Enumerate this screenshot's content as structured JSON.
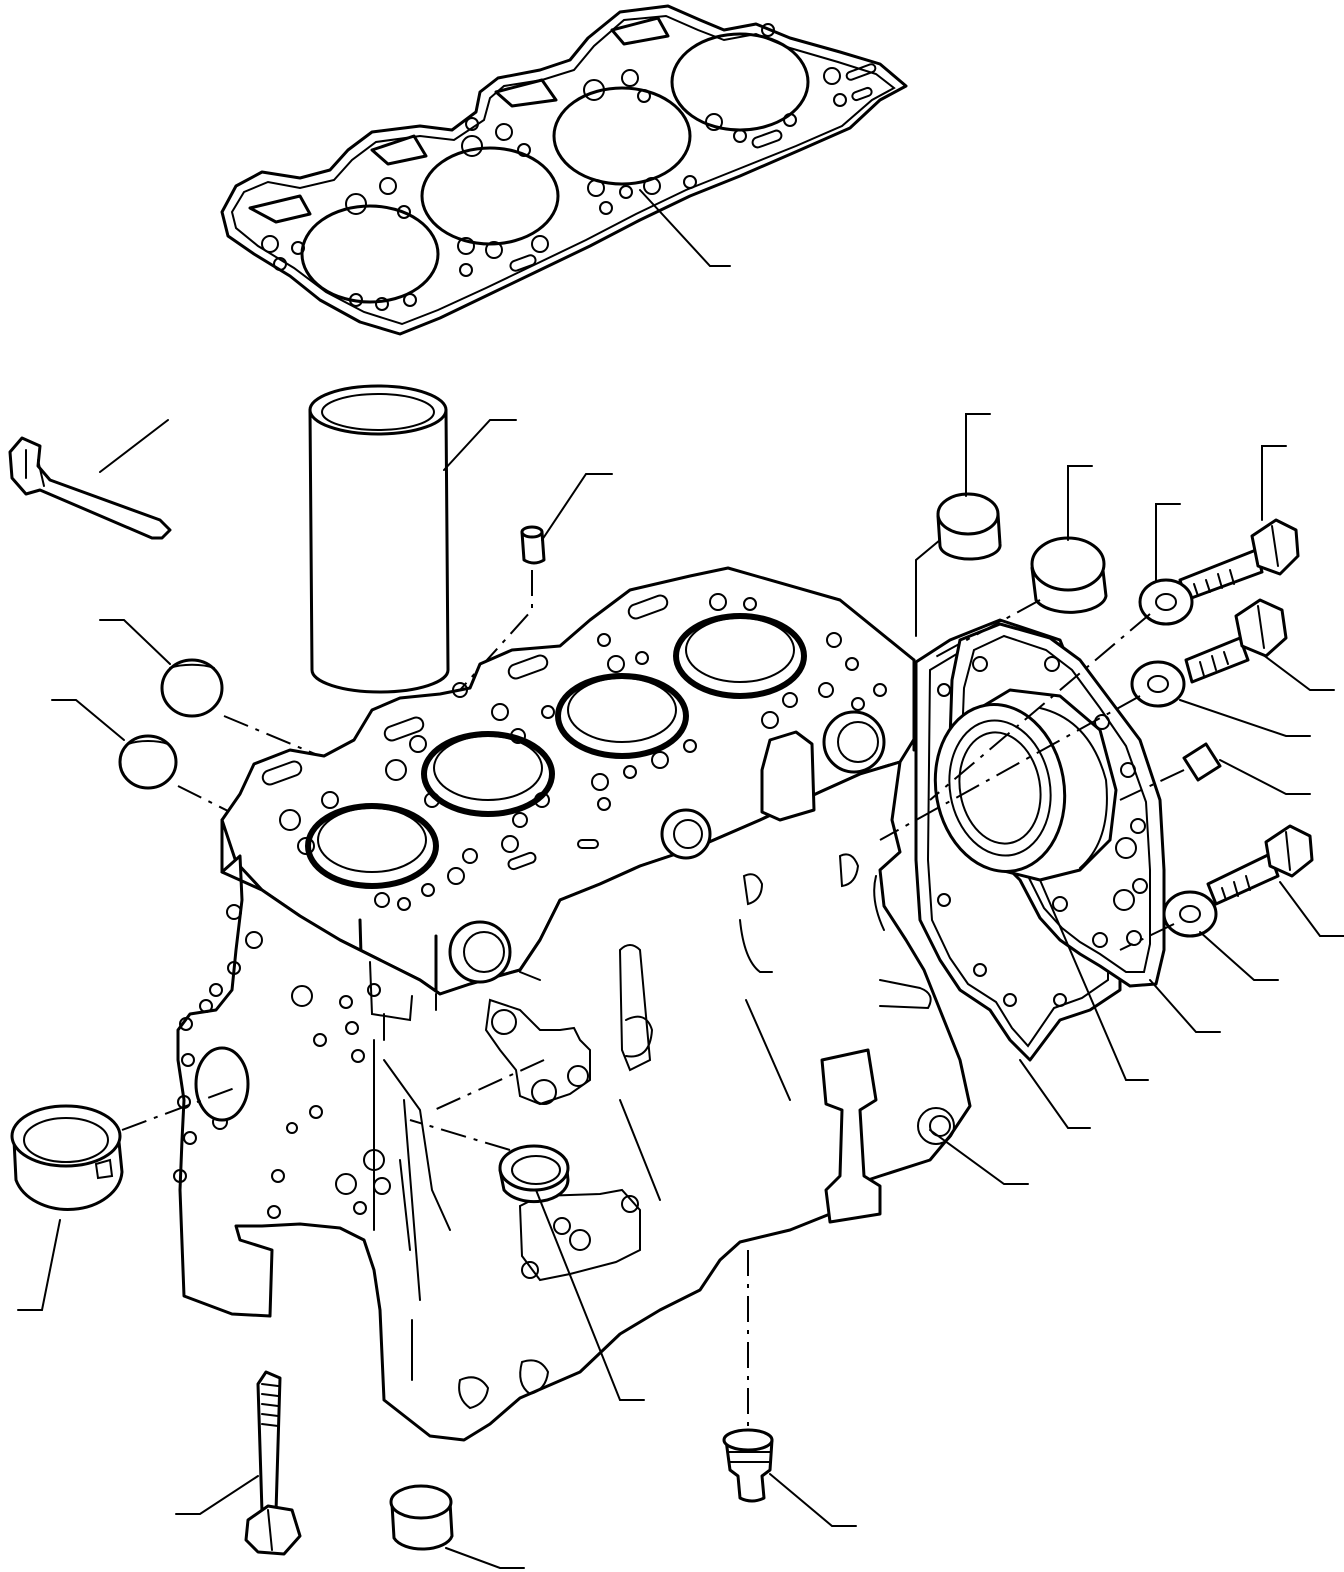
{
  "drawing": {
    "parts": [
      {
        "id": "head-gasket"
      },
      {
        "id": "cylinder-liner"
      },
      {
        "id": "dowel-pin-top"
      },
      {
        "id": "stud-bolt-left"
      },
      {
        "id": "expansion-plug-left-upper"
      },
      {
        "id": "expansion-plug-left-lower"
      },
      {
        "id": "expansion-plug-rear-small"
      },
      {
        "id": "expansion-plug-rear-large"
      },
      {
        "id": "bolt-upper-right"
      },
      {
        "id": "washer-upper-right"
      },
      {
        "id": "bolt-middle-right"
      },
      {
        "id": "washer-middle-right"
      },
      {
        "id": "dowel-pin-right"
      },
      {
        "id": "bolt-lower-right"
      },
      {
        "id": "washer-lower-right"
      },
      {
        "id": "rear-plate"
      },
      {
        "id": "oil-seal-housing"
      },
      {
        "id": "rear-gasket"
      },
      {
        "id": "front-bushing"
      },
      {
        "id": "side-bushing"
      },
      {
        "id": "drain-plug"
      },
      {
        "id": "bottom-bolt"
      },
      {
        "id": "bottom-plug"
      },
      {
        "id": "cylinder-block"
      }
    ],
    "callout_count": 24
  }
}
